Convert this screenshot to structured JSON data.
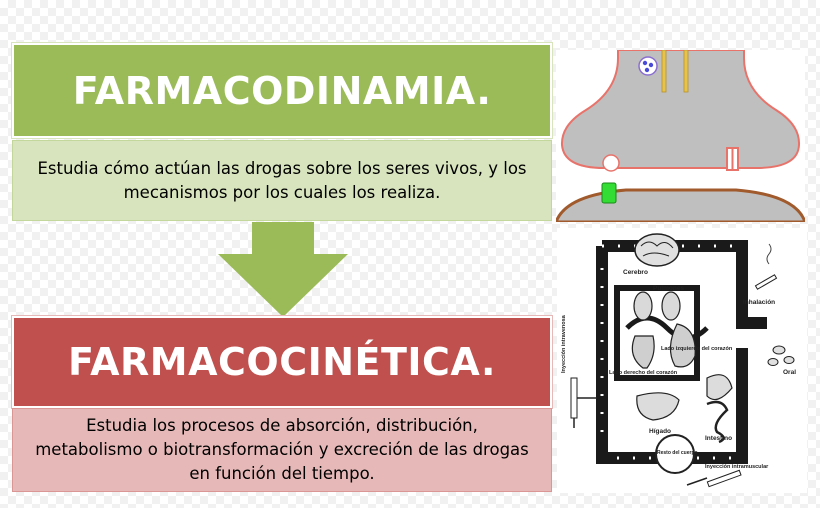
{
  "pharmacodynamics": {
    "title": "FARMACODINAMIA.",
    "description": "Estudia cómo actúan las drogas sobre los seres vivos, y los mecanismos por los cuales los realiza."
  },
  "pharmacokinetics": {
    "title": "FARMACOCINÉTICA.",
    "description": "Estudia los procesos de absorción, distribución, metabolismo o biotransformación  y excreción de las drogas en función del tiempo."
  },
  "body_diagram": {
    "labels": {
      "brain": "Cerebro",
      "lungs": "Pulmones",
      "inhalation": "Inhalación",
      "left_heart": "Lado izquierdo del corazón",
      "right_heart": "Lado derecho del corazón",
      "oral": "Oral",
      "liver": "Hígado",
      "intestine": "Intestino",
      "rest_of_body": "Resto del cuerpo",
      "iv_injection": "Inyección intravenosa",
      "im_injection": "Inyección intramuscular"
    }
  }
}
